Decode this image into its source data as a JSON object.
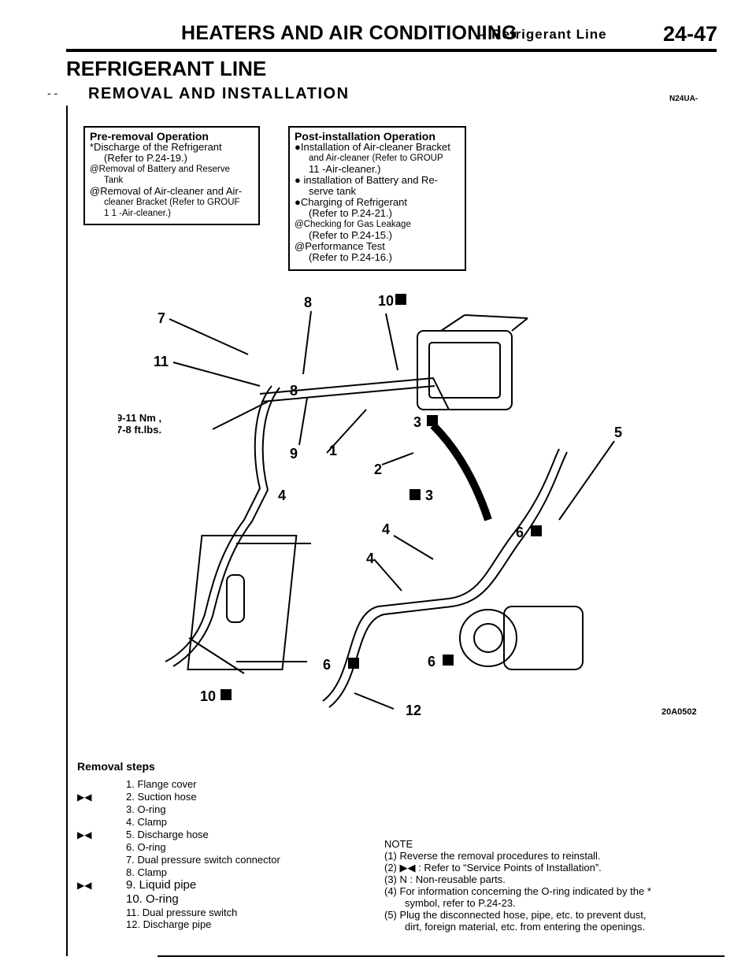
{
  "header": {
    "title": "HEATERS AND AIR CONDITIONING",
    "subtitle": "– Refrigerant Line",
    "page": "24-47"
  },
  "section": {
    "title": "REFRIGERANT LINE",
    "subtitle": "REMOVAL AND INSTALLATION",
    "code": "N24UA-"
  },
  "pre_removal": {
    "heading": "Pre-removal Operation",
    "lines": [
      "*Discharge of the Refrigerant",
      "(Refer to P.24-19.)",
      "@Removal of Battery and Reserve",
      "Tank",
      "@Removal of Air-cleaner and Air-",
      "cleaner Bracket (Refer to GROUF",
      "1 1 -Air-cleaner.)"
    ]
  },
  "post_installation": {
    "heading": "Post-installation Operation",
    "lines": [
      "●Installation of Air-cleaner Bracket",
      "and Air-cleaner (Refer to GROUP",
      "11 -Air-cleaner.)",
      "●  installation of Battery and Re-",
      "serve tank",
      "●Charging of Refrigerant",
      "(Refer to P.24-21.)",
      "@Checking for Gas Leakage",
      "(Refer to P.24-15.)",
      "@Performance Test",
      "(Refer to P.24-16.)"
    ]
  },
  "diagram": {
    "callouts": [
      "7",
      "11",
      "9-11 Nm ,",
      "7-8 ft.lbs.",
      "8",
      "8",
      "10",
      "9",
      "1",
      "3",
      "2",
      "5",
      "4",
      "3",
      "4",
      "6",
      "4",
      "6",
      "6",
      "10",
      "12"
    ],
    "figure_code": "20A0502"
  },
  "removal_steps": {
    "title": "Removal steps",
    "items": [
      {
        "marker": "",
        "text": "1. Flange cover"
      },
      {
        "marker": "▶◀",
        "text": "2. Suction hose"
      },
      {
        "marker": "",
        "text": "3. O-ring"
      },
      {
        "marker": "",
        "text": "4. Clamp"
      },
      {
        "marker": "▶◀",
        "text": "5. Discharge hose"
      },
      {
        "marker": "",
        "text": "6. O-ring"
      },
      {
        "marker": "",
        "text": "7. Dual pressure switch connector"
      },
      {
        "marker": "",
        "text": "8. Clamp"
      },
      {
        "marker": "▶◀",
        "text": "9. Liquid pipe"
      },
      {
        "marker": "",
        "text": "10. O-ring"
      },
      {
        "marker": "",
        "text": "11. Dual pressure switch"
      },
      {
        "marker": "",
        "text": "12. Discharge pipe"
      }
    ]
  },
  "note": {
    "title": "NOTE",
    "lines": [
      "(1) Reverse the removal procedures to reinstall.",
      "(2) ▶◀ : Refer to “Service Points of Installation”.",
      "(3) N : Non-reusable parts.",
      "(4) For information concerning the O-ring indicated by the *",
      "symbol, refer to P.24-23.",
      "(5) Plug the disconnected hose, pipe, etc. to prevent dust,",
      "dirt, foreign material, etc. from entering the openings."
    ]
  }
}
